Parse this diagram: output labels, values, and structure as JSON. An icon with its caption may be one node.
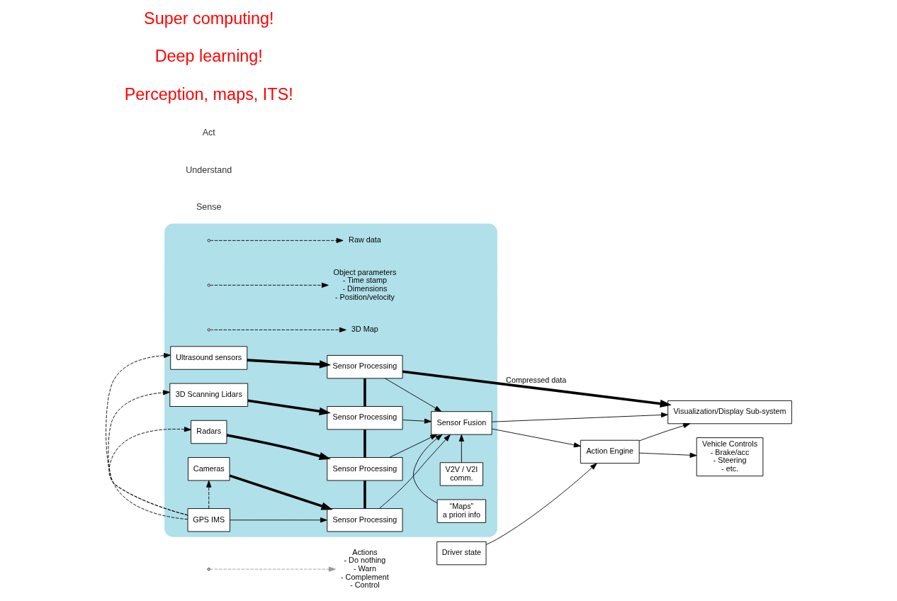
{
  "diagram": {
    "nodes": [
      {
        "text": [],
        "shape": "box"
      },
      {
        "text": [
          "Raw data"
        ],
        "in": 0
      },
      {
        "text": [
          "Object parameters",
          "- Time stamp",
          "- Dimensions",
          "- Position/velocity"
        ],
        "in": 0
      },
      {
        "text": [
          "3D Map"
        ],
        "in": 0
      },
      {
        "text": [
          "Actions",
          "- Do nothing",
          "- Warn",
          "- Complement",
          "- Control"
        ]
      },
      {
        "text": [
          "GPS IMS"
        ],
        "in": 0
      },
      {
        "text": [
          "Cameras"
        ],
        "in": 0
      },
      {
        "text": [
          "Sensor Processing"
        ],
        "in": 0
      },
      {
        "text": [
          "V2V / V2I",
          "comm."
        ],
        "in": 0
      },
      {
        "text": [
          "Driver state"
        ]
      },
      {
        "text": [
          "Radars"
        ],
        "in": 0
      },
      {
        "text": [
          "Sensor Processing"
        ],
        "in": 0
      },
      {
        "text": [
          "Sensor Fusion"
        ],
        "in": 0
      },
      {
        "text": [
          "Action Engine"
        ]
      },
      {
        "text": [
          "Vehicle Controls",
          "- Brake/acc",
          "- Steering",
          "- etc."
        ]
      },
      {
        "text": [
          "3D Scanning Lidars"
        ],
        "in": 0
      },
      {
        "text": [
          "Sensor Processing"
        ],
        "in": 0
      },
      {
        "text": [
          "Ultrasound sensors"
        ],
        "in": 0
      },
      {
        "text": [
          "Sensor Processing"
        ],
        "in": 0
      },
      {
        "text": [
          "“Maps”",
          "a priori info"
        ],
        "in": 0
      },
      {
        "text": [
          "Visualization/Display Sub-system"
        ]
      }
    ],
    "edges": [
      {
        "from": 5,
        "to": 7,
        "arrow": "to"
      },
      {
        "from": 5,
        "to": 6,
        "arrow": "to",
        "style": "dashed"
      },
      {
        "from": 5,
        "to": 10,
        "arrow": "to",
        "style": "dashed"
      },
      {
        "from": 5,
        "to": 15,
        "arrow": "to",
        "style": "dashed"
      },
      {
        "from": 5,
        "to": 17,
        "arrow": "to",
        "style": "dashed"
      },
      {
        "from": 6,
        "to": 7,
        "arrow": "to",
        "style": "thick"
      },
      {
        "from": 10,
        "to": 11,
        "arrow": "to",
        "style": "thick"
      },
      {
        "from": 15,
        "to": 16,
        "arrow": "to",
        "style": "thick"
      },
      {
        "from": 17,
        "to": 18,
        "arrow": "to",
        "style": "thick"
      },
      {
        "from": 7,
        "to": 11,
        "arrow": "none",
        "style": "thick"
      },
      {
        "from": 11,
        "to": 16,
        "arrow": "none",
        "style": "thick"
      },
      {
        "from": 16,
        "to": 18,
        "arrow": "none",
        "style": "thick"
      },
      {
        "from": 7,
        "to": 12,
        "arrow": "to"
      },
      {
        "from": 11,
        "to": 12,
        "arrow": "to"
      },
      {
        "from": 16,
        "to": 12,
        "arrow": "to"
      },
      {
        "from": 18,
        "to": 12,
        "arrow": "to"
      },
      {
        "from": 8,
        "to": 12,
        "arrow": "to"
      },
      {
        "from": 19,
        "to": 12,
        "arrow": "to"
      },
      {
        "from": null,
        "to": 1,
        "arrow": "to",
        "style": "dashed"
      },
      {
        "from": null,
        "to": 2,
        "arrow": "to",
        "style": "dashed"
      },
      {
        "from": null,
        "to": 3,
        "arrow": "to",
        "style": "dashed"
      },
      {
        "from": 12,
        "to": 13,
        "arrow": "to"
      },
      {
        "from": 12,
        "to": 20,
        "arrow": "to"
      },
      {
        "from": 9,
        "to": 13,
        "arrow": "to"
      },
      {
        "from": 13,
        "to": 14,
        "arrow": "to"
      },
      {
        "from": 13,
        "to": 20,
        "arrow": "to"
      },
      {
        "from": null,
        "to": 4,
        "arrow": "to",
        "style": "dashed",
        "color": "#999999"
      },
      {
        "from": 18,
        "to": 20,
        "arrow": "to",
        "style": "thick",
        "label": "Compressed data"
      }
    ],
    "labels": [
      "Sense",
      "Understand",
      "Act",
      "Perception, maps, ITS!",
      "Deep learning!",
      "Super computing!"
    ]
  }
}
